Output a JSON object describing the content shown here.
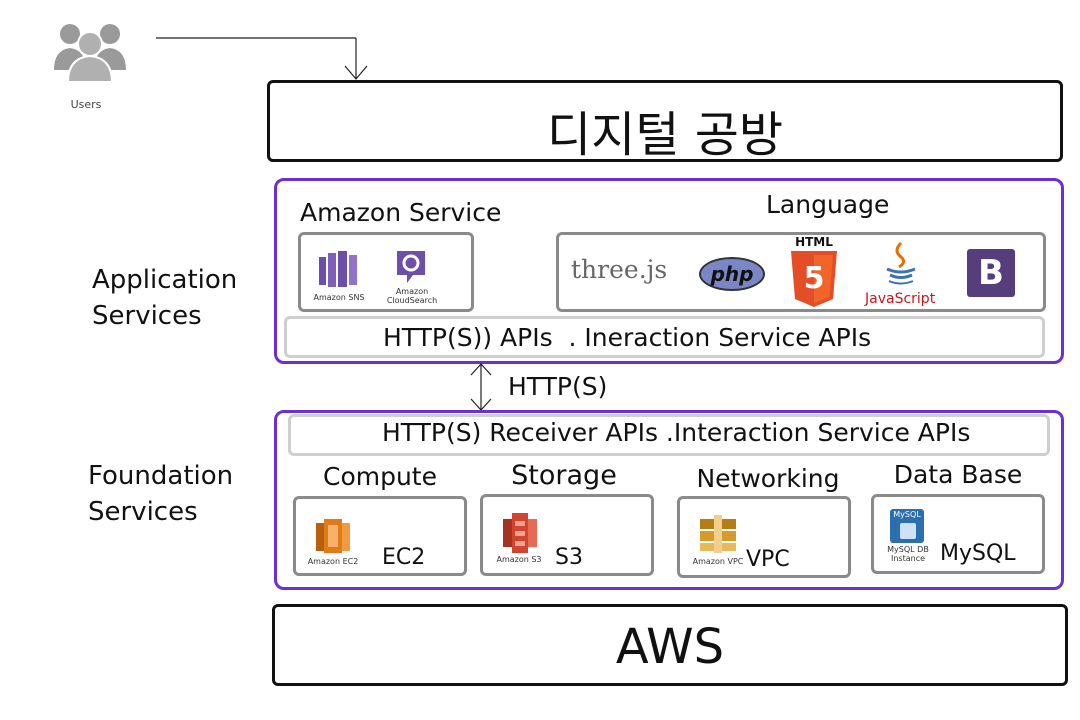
{
  "users": {
    "label": "Users"
  },
  "top": {
    "title": "디지털 공방"
  },
  "application": {
    "side_label_line1": "Application",
    "side_label_line2": "Services",
    "amazon_service": {
      "title": "Amazon Service",
      "icons": [
        {
          "name": "amazon-sns-icon",
          "caption": "Amazon SNS"
        },
        {
          "name": "amazon-cloudsearch-icon",
          "caption_line1": "Amazon",
          "caption_line2": "CloudSearch"
        }
      ]
    },
    "language": {
      "title": "Language",
      "items": {
        "threejs": "three.js",
        "php": "php",
        "html5": "HTML",
        "html5_digit": "5",
        "javascript": "JavaScript",
        "bootstrap": "B"
      }
    },
    "api_bar": "HTTP(S)) APIs  . Ineraction Service APIs"
  },
  "connector": {
    "label": "HTTP(S)"
  },
  "foundation": {
    "side_label_line1": "Foundation",
    "side_label_line2": "Services",
    "api_bar": "HTTP(S) Receiver APIs .Interaction Service APIs",
    "columns": [
      {
        "title": "Compute",
        "icon_caption": "Amazon EC2",
        "value": "EC2"
      },
      {
        "title": "Storage",
        "icon_caption": "Amazon S3",
        "value": "S3"
      },
      {
        "title": "Networking",
        "icon_caption": "Amazon VPC",
        "value": "VPC"
      },
      {
        "title": "Data Base",
        "icon_caption_line1": "MySQL DB",
        "icon_caption_line2": "Instance",
        "icon_badge": "MySQL",
        "value": "MySQL"
      }
    ]
  },
  "bottom": {
    "title": "AWS"
  },
  "colors": {
    "purple_border": "#6a2fd6",
    "sns_purple": "#6b4fa8",
    "ec2_orange": "#e07b1a",
    "s3_red": "#d0452f",
    "vpc_gold": "#d79b2a",
    "mysql_blue": "#2a6fb0",
    "php_blue": "#7a86c6",
    "html5_orange": "#e44d26",
    "bootstrap_purple": "#563d7c"
  }
}
